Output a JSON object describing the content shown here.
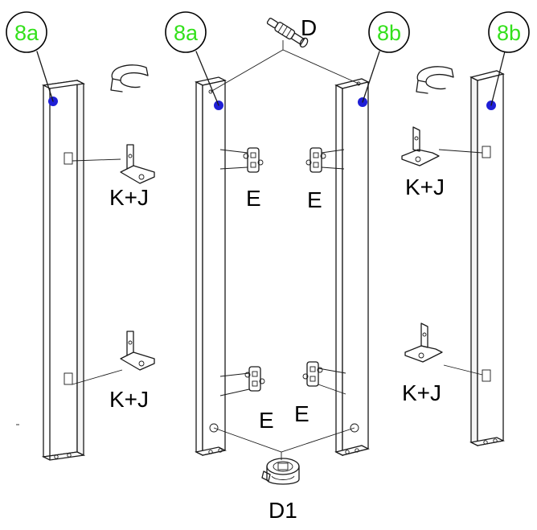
{
  "colors": {
    "badge_text": "#33e01b",
    "marker_dot": "#1f1fd6",
    "line": "#1a1a1a"
  },
  "badges": [
    "8a",
    "8a",
    "8b",
    "8b"
  ],
  "parts": {
    "K_J": "K+J",
    "E": "E",
    "D": "D",
    "D1": "D1"
  },
  "icons": [
    "rotate-arrow-icon",
    "cam-dowel-icon",
    "cam-lock-icon",
    "corner-bracket-icon",
    "hinge-icon"
  ]
}
